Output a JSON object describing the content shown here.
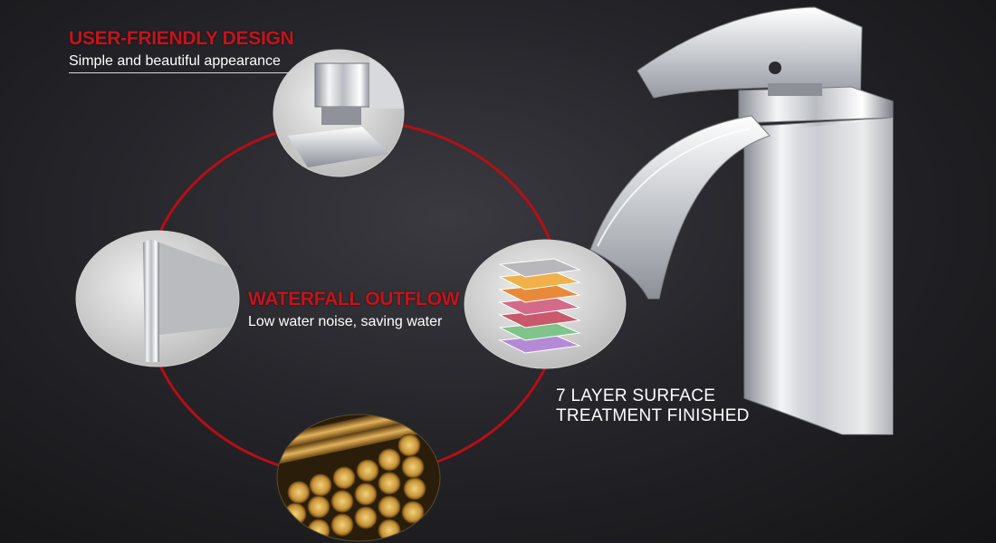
{
  "features": [
    {
      "title": "USER-FRIENDLY DESIGN",
      "subtitle": "Simple and beautiful appearance"
    },
    {
      "title": "WATERFALL OUTFLOW",
      "subtitle": "Low water noise, saving water"
    },
    {
      "caption_line1": "7 LAYER SURFACE",
      "caption_line2": "TREATMENT FINISHED"
    }
  ],
  "colors": {
    "accent_red": "#c4141a",
    "background": "#1c1c20",
    "text": "#ffffff"
  }
}
